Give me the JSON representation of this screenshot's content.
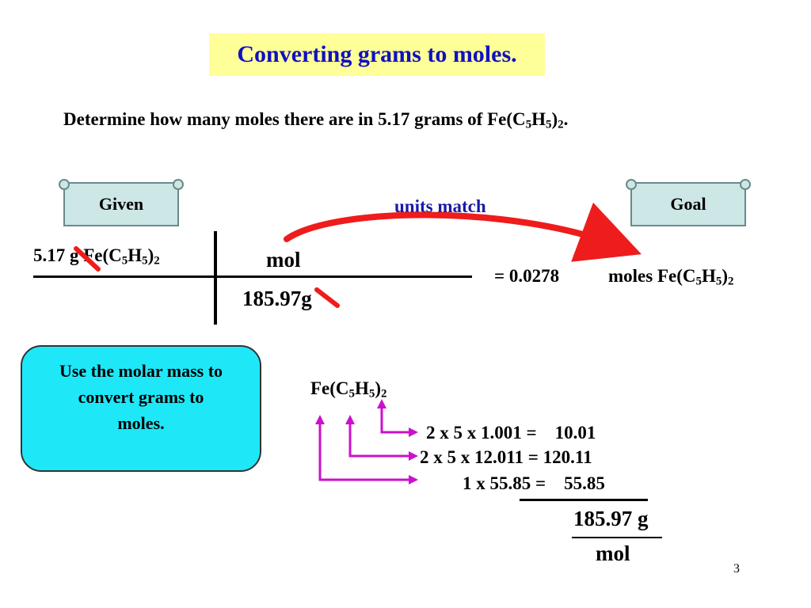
{
  "title": "Converting grams to moles.",
  "question": {
    "prefix": "Determine how many moles there are in 5.17 grams of Fe(C",
    "sub1": "5",
    "mid": "H",
    "sub2": "5",
    "close": ")",
    "sub3": "2",
    "suffix": "."
  },
  "given_label": "Given",
  "goal_label": "Goal",
  "units_match": "units match",
  "given_expr": {
    "value": "5.17",
    "unit": "g",
    "formula_pre": "Fe(C",
    "s1": "5",
    "h": "H",
    "s2": "5",
    "close": ")",
    "s3": "2"
  },
  "factor": {
    "numerator": "mol",
    "denominator_value": "185.97",
    "denominator_unit": "g"
  },
  "result": {
    "equals": "=",
    "value": "0.0278"
  },
  "goal_expr": {
    "pre": "moles Fe(C",
    "s1": "5",
    "h": "H",
    "s2": "5",
    "close": ")",
    "s3": "2"
  },
  "note": {
    "line1": "Use the molar mass to",
    "line2": "convert grams to",
    "line3": "moles."
  },
  "molar_mass": {
    "formula_pre": "Fe(C",
    "s1": "5",
    "h": "H",
    "s2": "5",
    "close": ")",
    "s3": "2",
    "row_h": "2 x 5 x 1.001 =    10.01",
    "row_c": "2 x 5 x 12.011 = 120.11",
    "row_fe": "1 x 55.85 =    55.85",
    "total_value": "185.97",
    "total_unit": "g",
    "total_denominator": "mol"
  },
  "page_number": "3",
  "colors": {
    "title_bg": "#ffff99",
    "title_text": "#1010c0",
    "units_match_text": "#1a1aa8",
    "arrow_red": "#ee1c1c",
    "scroll_bg": "#cde6e6",
    "note_bg": "#1ee8f8",
    "bracket_arrow": "#cc11cc"
  }
}
